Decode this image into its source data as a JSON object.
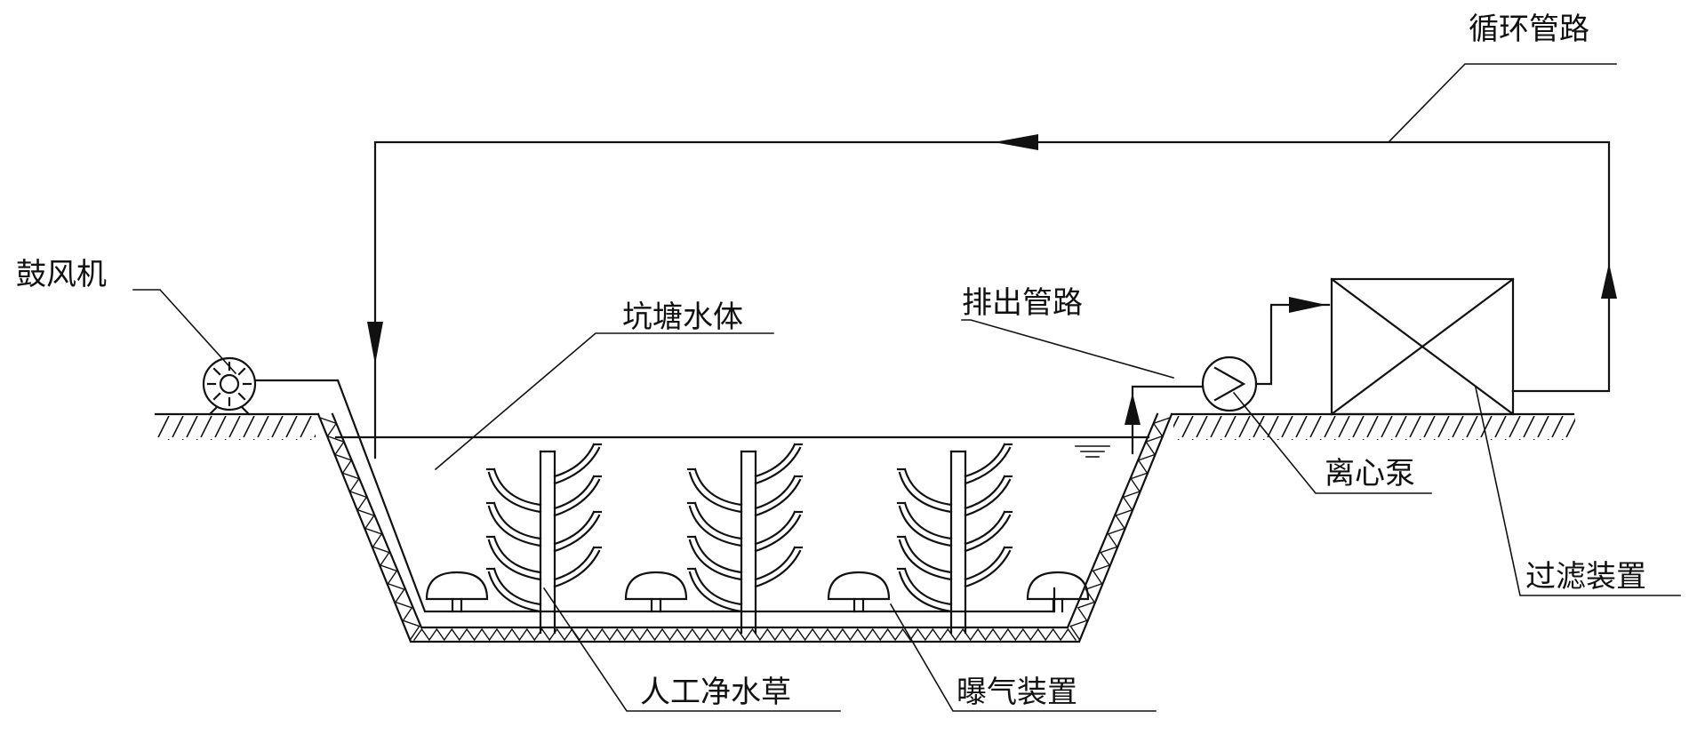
{
  "labels": {
    "blower": "鼓风机",
    "pond_water": "坑塘水体",
    "discharge_pipe": "排出管路",
    "circulation_pipe": "循环管路",
    "centrifugal_pump": "离心泵",
    "filter_device": "过滤装置",
    "artificial_plants": "人工净水草",
    "aeration_device": "曝气装置"
  },
  "colors": {
    "line": "#111111",
    "background": "#ffffff"
  }
}
